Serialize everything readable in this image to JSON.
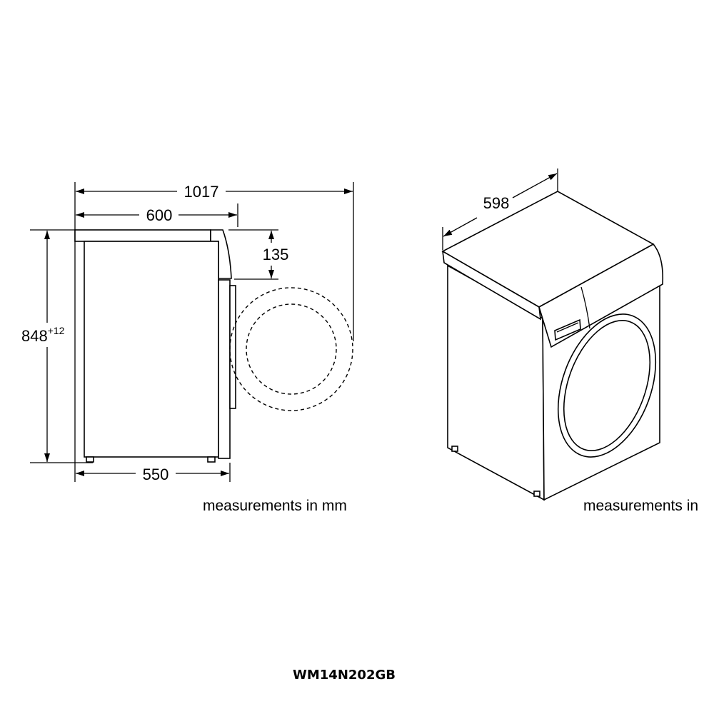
{
  "side_view": {
    "total_depth": "1017",
    "top_depth": "600",
    "door_height": "135",
    "height": "848",
    "height_tolerance": "+12",
    "base_depth": "550",
    "units_note": "measurements in mm"
  },
  "perspective_view": {
    "width": "598",
    "units_note": "measurements in"
  },
  "model_number": "WM14N202GB"
}
